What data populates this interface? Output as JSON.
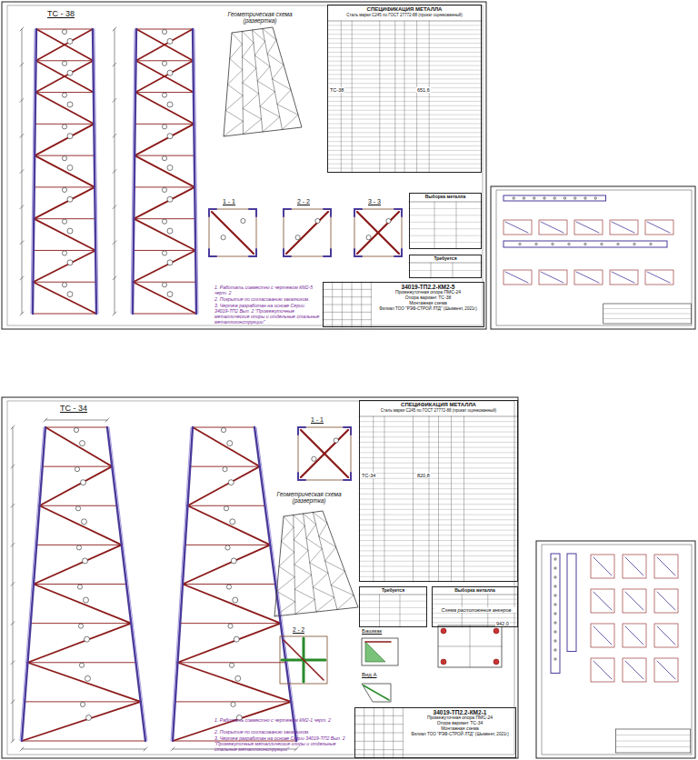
{
  "diagram": {
    "nodes": [
      {
        "text": [
          "СПЕЦИФИКАЦИЯ МЕТАЛЛА",
          "Сталь марки С245 по ГОСТ 27772-88 (прокат оцинкованный)"
        ]
      },
      {
        "text": [
          "Выборка металла"
        ]
      },
      {
        "text": [
          "Требуется"
        ]
      },
      {
        "text": [
          "34019-ТП2.2-КМ2-5",
          "Промежуточная опора ПМС-24",
          "Опора вариант ТС-38",
          "Монтажная схема",
          "Филиал ТОО \"РЭФ-СТРОЙ ЛТД\" (Шымкент, 2021г)"
        ]
      },
      {
        "text": [
          "СПЕЦИФИКАЦИЯ МЕТАЛЛА",
          "Сталь марки С245 по ГОСТ 27772-88 (прокат оцинкованный)"
        ]
      },
      {
        "text": [
          "Требуется"
        ]
      },
      {
        "text": [
          "Выборка металла"
        ]
      },
      {
        "text": [
          "34019-ТП2.2-КМ2-1",
          "Промежуточная опора ПМС-24",
          "Опора вариант ТС-34",
          "Монтажная схема",
          "Филиал ТОО \"РЭФ-СТРОЙ ЛТД\" (Шымкент, 2021г)"
        ]
      }
    ],
    "edges": [],
    "labels": [
      "ТС - 38",
      "Геометрическая схема (развертка)",
      "1 - 1",
      "2 - 2",
      "3 - 3",
      "1. Работать совместно с чертежом КМ2-5 черт. 2",
      "2. Покрытие по согласованию заказчиком.",
      "3. Чертеж разработан на основе Серии 34019-ТП2 Вып. 2 \"Промежуточные металлические опоры и отдельные стальные металлоконструкции\"",
      "ТС-38",
      "651,6",
      "ТС - 34",
      "1 - 1",
      "Геометрическая схема (развертка)",
      "2 - 2",
      "Башмак",
      "Вид А",
      "Схема расположения анкеров",
      "1. Работать совместно с чертежом КМ2-1 черт. 2",
      "2. Покрытие по согласованию заказчиком.",
      "3. Чертеж разработан на основе Серии 34019-ТП2 Вып. 2 \"Промежуточные металлические опоры и отдельные стальные металлоконструкции\"",
      "ТС-34",
      "820,8",
      "942,0"
    ]
  }
}
